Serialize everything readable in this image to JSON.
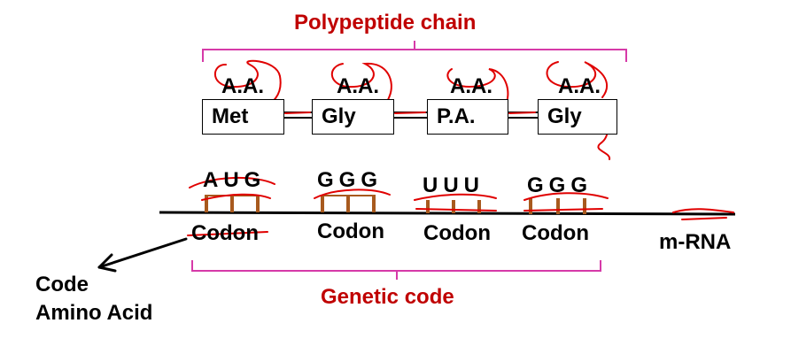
{
  "title": "Polypeptide chain",
  "amino_acids": [
    {
      "tag": "A.A.",
      "name": "Met"
    },
    {
      "tag": "A.A.",
      "name": "Gly"
    },
    {
      "tag": "A.A.",
      "name": "P.A."
    },
    {
      "tag": "A.A.",
      "name": "Gly"
    }
  ],
  "codons": [
    {
      "bases": "AUG",
      "label": "Codon"
    },
    {
      "bases": "GGG",
      "label": "Codon"
    },
    {
      "bases": "UUU",
      "label": "Codon"
    },
    {
      "bases": "GGG",
      "label": "Codon"
    }
  ],
  "mrna_label": "m-RNA",
  "genetic_code_label": "Genetic code",
  "note_line1": "Code",
  "note_line2": "Amino Acid",
  "colors": {
    "annotation_red": "#e00000",
    "title_red": "#c00000",
    "brace_magenta": "#d63aa8",
    "codon_stem_brown": "#a85a1e"
  }
}
